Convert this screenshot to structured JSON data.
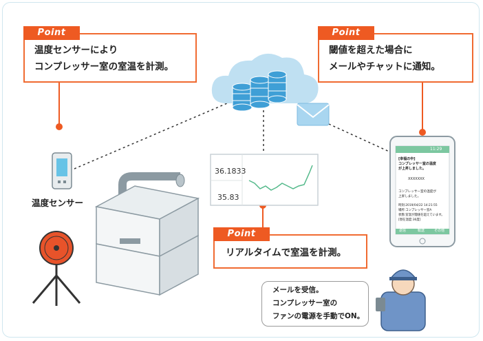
{
  "callouts": {
    "sensor": {
      "tag": "Point",
      "line1": "温度センサーにより",
      "line2": "コンプレッサー室の室温を計測。"
    },
    "notify": {
      "tag": "Point",
      "line1": "閾値を超えた場合に",
      "line2": "メールやチャットに通知。"
    },
    "realtime": {
      "tag": "Point",
      "line1": "リアルタイムで室温を計測。"
    }
  },
  "sensor_label": "温度センサー",
  "worker_bubble": {
    "line1": "メールを受信。",
    "line2": "コンプレッサー室の",
    "line3": "ファンの電源を手動でON。"
  },
  "dashboard": {
    "value_top": "36.1833",
    "value_bottom": "35.83"
  },
  "phone": {
    "time": "11:29",
    "header1": "[幸福の中]",
    "header2": "コンプレッサー室の温度",
    "header3": "が上昇しました。",
    "masked": "XXXXXXX",
    "body1": "コンプレッサー室の温度が",
    "body2": "上昇しました。",
    "detail1": "時刻:2019/04/22 14:21:55",
    "detail2": "場所:コンプレッサー室A",
    "detail3": "状態:室温が閾値を超えています。",
    "detail4": "[現在温度:36度]",
    "footer_left": "返信",
    "footer_mid": "転送",
    "footer_right": "その他"
  },
  "colors": {
    "accent": "#ee5a22",
    "cloud": "#bfe0f2",
    "database": "#3f9fd6",
    "envelope": "#a9d6f0"
  }
}
